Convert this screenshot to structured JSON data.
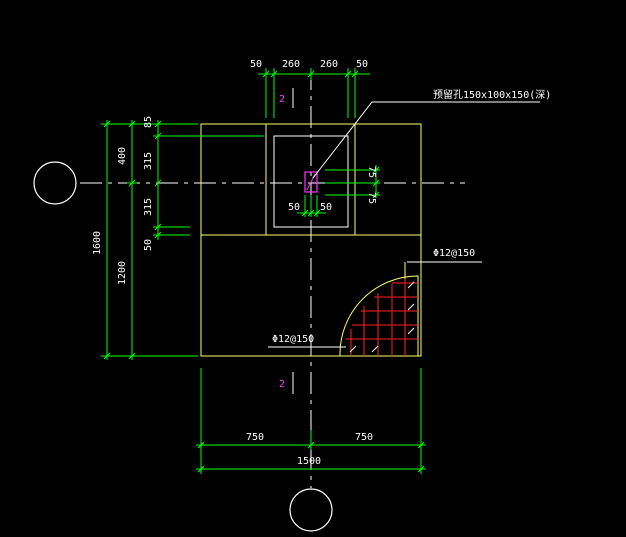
{
  "colors": {
    "background": "#000000",
    "outline": "#ffff66",
    "dimension": "#00ff00",
    "text": "#ffffff",
    "axis": "#ffffff",
    "section_marker": "#ff33ff",
    "rebar_hatch": "#ff2222"
  },
  "labels": {
    "top_dim_1": "50",
    "top_dim_2": "260",
    "top_dim_3": "260",
    "top_dim_4": "50",
    "section_top": "2",
    "section_bottom": "2",
    "callout": "预留孔150x100x150(深)",
    "left_dim_85": "85",
    "left_dim_400": "400",
    "left_dim_315a": "315",
    "left_dim_315b": "315",
    "left_dim_50": "50",
    "left_dim_1600": "1600",
    "left_dim_1200": "1200",
    "inner_dim_75a": "75",
    "inner_dim_75b": "75",
    "inner_dim_50a": "50",
    "inner_dim_50b": "50",
    "rebar_right": "Φ12@150",
    "rebar_left": "Φ12@150",
    "bottom_dim_750a": "750",
    "bottom_dim_750b": "750",
    "bottom_dim_1500": "1500"
  }
}
